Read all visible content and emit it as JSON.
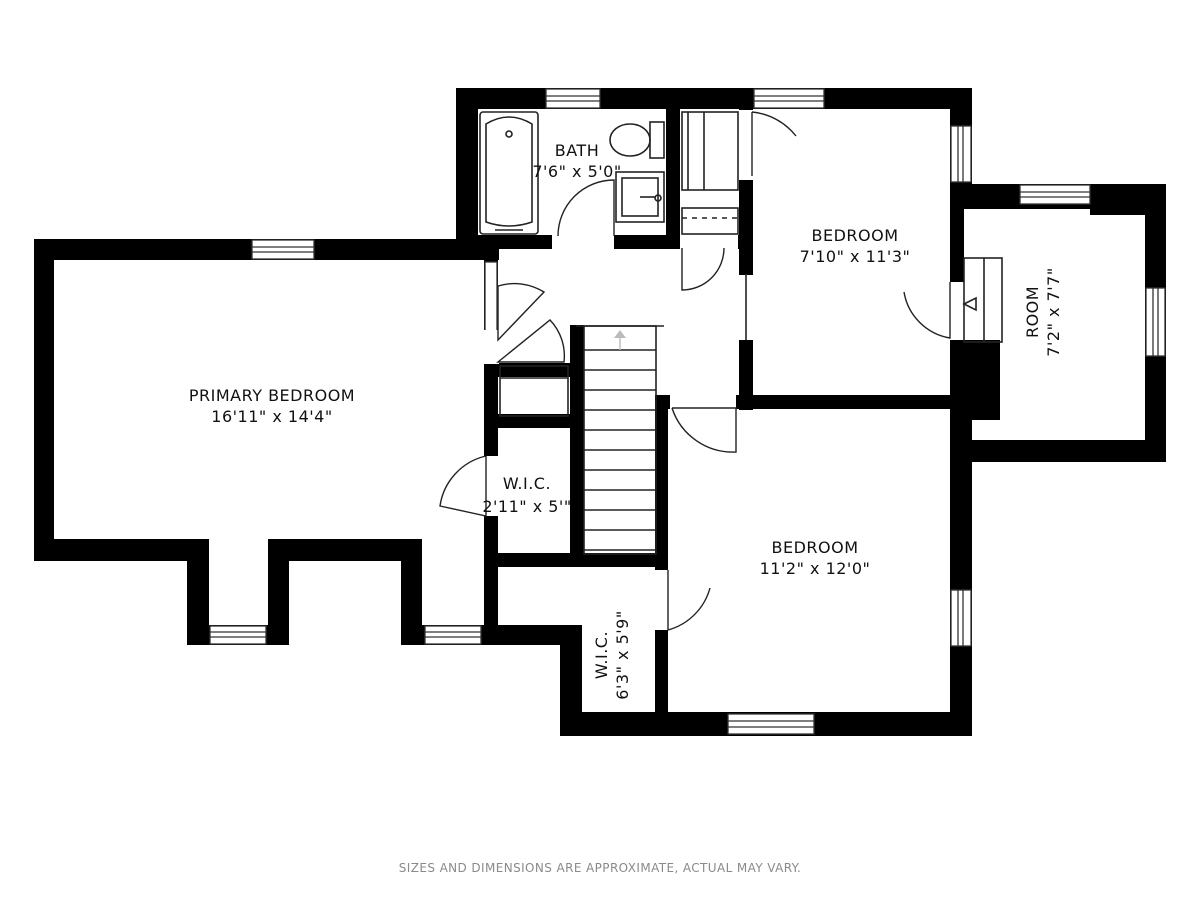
{
  "rooms": {
    "bath": {
      "name": "BATH",
      "dims": "7'6\" x 5'0\""
    },
    "bedroom_top": {
      "name": "BEDROOM",
      "dims": "7'10\" x 11'3\""
    },
    "room": {
      "name": "ROOM",
      "dims": "7'2\" x 7'7\""
    },
    "primary": {
      "name": "PRIMARY BEDROOM",
      "dims": "16'11\" x 14'4\""
    },
    "wic_small": {
      "name": "W.I.C.",
      "dims": "2'11\" x 5'\""
    },
    "bedroom_bottom": {
      "name": "BEDROOM",
      "dims": "11'2\" x 12'0\""
    },
    "wic_vertical": {
      "name": "W.I.C.",
      "dims": "6'3\" x 5'9\""
    }
  },
  "disclaimer": "SIZES AND DIMENSIONS ARE APPROXIMATE, ACTUAL MAY VARY.",
  "colors": {
    "wall": "#000000",
    "background": "#ffffff",
    "label": "#111111",
    "disclaimer": "#8a8a8a"
  }
}
